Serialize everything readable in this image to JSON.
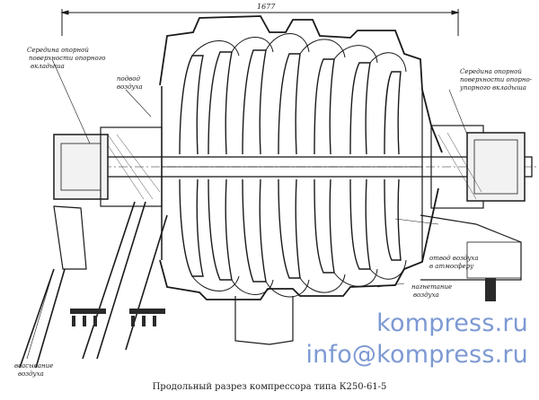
{
  "drawing": {
    "overall_dimension": "1677",
    "caption": "Продольный разрез компрессора типа К250-61-5",
    "labels": {
      "support_bearing_left": [
        "Середина опорной",
        "поверхности опорного",
        "вкладыша"
      ],
      "support_bearing_right": [
        "Середина опорной",
        "поверхности опорно-",
        "упорного вкладыша"
      ],
      "air_supply": [
        "подвод",
        "воздуха"
      ],
      "air_exhaust": [
        "отвод воздуха",
        "в атмосферу"
      ],
      "air_intake": [
        "всасывание",
        "воздуха"
      ],
      "air_discharge": [
        "нагнетание",
        "воздуха"
      ]
    }
  },
  "watermark": {
    "site": "kompress.ru",
    "email": "info@kompress.ru",
    "color": "#6f8fcf"
  }
}
